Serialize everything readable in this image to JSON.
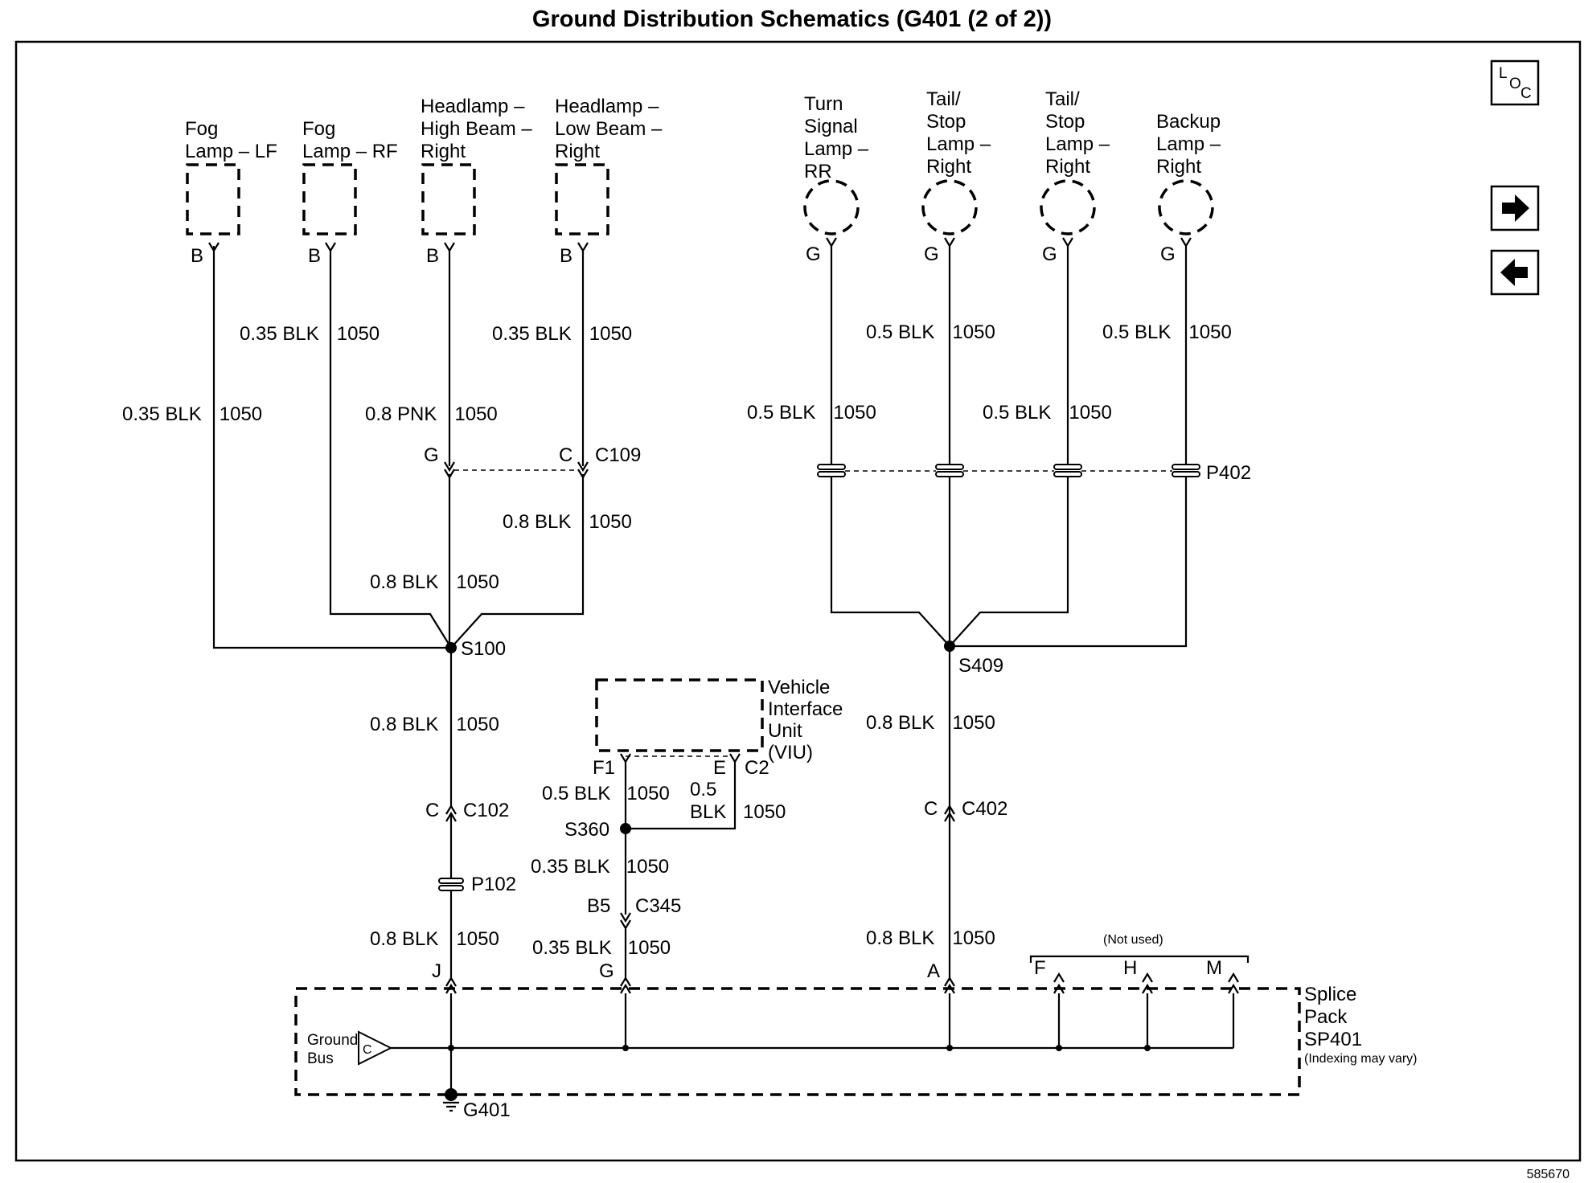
{
  "title": "Ground Distribution Schematics (G401 (2 of 2))",
  "doc_number": "585670",
  "loc_icon": {
    "l": "L",
    "o": "O",
    "c": "C"
  },
  "nav": {
    "next_icon": "right-arrow-icon",
    "prev_icon": "left-arrow-icon"
  },
  "components": {
    "fog_lf": [
      "Fog",
      "Lamp – LF"
    ],
    "fog_rf": [
      "Fog",
      "Lamp – RF"
    ],
    "hl_high": [
      "Headlamp –",
      "High Beam –",
      "Right"
    ],
    "hl_low": [
      "Headlamp –",
      "Low Beam –",
      "Right"
    ],
    "turn_rr": [
      "Turn",
      "Signal",
      "Lamp –",
      "RR"
    ],
    "tail1": [
      "Tail/",
      "Stop",
      "Lamp –",
      "Right"
    ],
    "tail2": [
      "Tail/",
      "Stop",
      "Lamp –",
      "Right"
    ],
    "backup": [
      "Backup",
      "Lamp –",
      "Right"
    ],
    "viu": [
      "Vehicle",
      "Interface",
      "Unit",
      "(VIU)"
    ],
    "splice": [
      "Splice",
      "Pack",
      "SP401",
      "(Indexing may vary)"
    ],
    "ground_bus": [
      "Ground",
      "Bus"
    ],
    "ground_bus_pin": "C",
    "not_used": "(Not used)"
  },
  "pins": {
    "fog_lf": "B",
    "fog_rf": "B",
    "hl_high": "B",
    "hl_low": "B",
    "turn_rr": "G",
    "tail1": "G",
    "tail2": "G",
    "backup": "G",
    "c109_g": "G",
    "c109_c": "C",
    "viu_f1": "F1",
    "viu_e": "E",
    "c102_c": "C",
    "c402_c": "C",
    "c345_b5": "B5",
    "sp_j": "J",
    "sp_g": "G",
    "sp_a": "A",
    "sp_f": "F",
    "sp_h": "H",
    "sp_m": "M"
  },
  "connectors": {
    "c109": "C109",
    "p402": "P402",
    "c2": "C2",
    "c102": "C102",
    "p102": "P102",
    "c345": "C345",
    "c402": "C402"
  },
  "splices": {
    "s100": "S100",
    "s409": "S409",
    "s360": "S360"
  },
  "ground": "G401",
  "wires": {
    "fog_lf": [
      "0.35 BLK",
      "1050"
    ],
    "fog_rf": [
      "0.35 BLK",
      "1050"
    ],
    "hl_high": [
      "0.8 PNK",
      "1050"
    ],
    "hl_low": [
      "0.35 BLK",
      "1050"
    ],
    "c109_low": [
      "0.8 BLK",
      "1050"
    ],
    "s100_in": [
      "0.8 BLK",
      "1050"
    ],
    "s100_out": [
      "0.8 BLK",
      "1050"
    ],
    "p102_out": [
      "0.8 BLK",
      "1050"
    ],
    "viu_f1": [
      "0.5 BLK",
      "1050"
    ],
    "viu_e": [
      "0.5",
      "BLK",
      "1050"
    ],
    "s360_out": [
      "0.35 BLK",
      "1050"
    ],
    "c345_out": [
      "0.35 BLK",
      "1050"
    ],
    "turn_rr": [
      "0.5 BLK",
      "1050"
    ],
    "tail1": [
      "0.5 BLK",
      "1050"
    ],
    "tail2": [
      "0.5 BLK",
      "1050"
    ],
    "backup": [
      "0.5 BLK",
      "1050"
    ],
    "s409_out": [
      "0.8 BLK",
      "1050"
    ],
    "c402_out": [
      "0.8 BLK",
      "1050"
    ]
  }
}
